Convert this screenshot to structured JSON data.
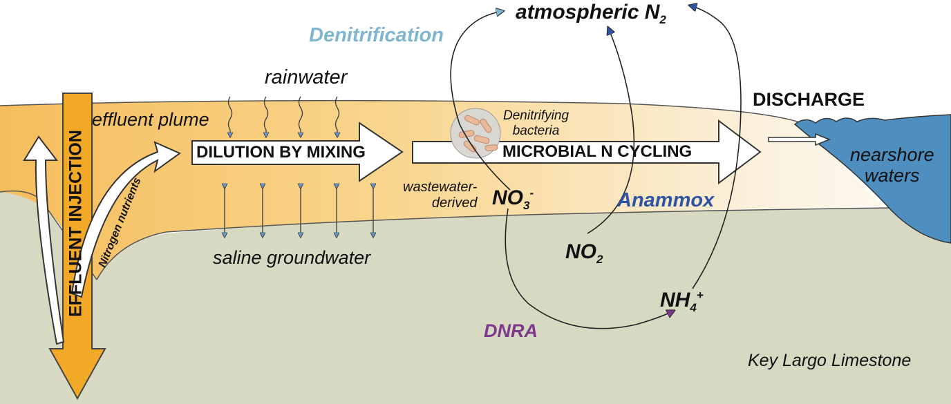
{
  "labels": {
    "denitrification": "Denitrification",
    "atmospheric": "atmospheric N",
    "atmospheric_sub": "2",
    "rainwater": "rainwater",
    "discharge": "DISCHARGE",
    "effluent_plume": "effluent plume",
    "denitrifying_bacteria_1": "Denitrifying",
    "denitrifying_bacteria_2": "bacteria",
    "dilution": "DILUTION BY MIXING",
    "microbial": "MICROBIAL N CYCLING",
    "nearshore_1": "nearshore",
    "nearshore_2": "waters",
    "effluent_injection": "EFFLUENT INJECTION",
    "nitrogen_nutrients": "Nitrogen nutrients",
    "wastewater_1": "wastewater-",
    "wastewater_2": "derived",
    "no3": "NO",
    "no3_sub": "3",
    "no3_sup": "-",
    "anammox": "Anammox",
    "saline": "saline groundwater",
    "no2": "NO",
    "no2_sub": "2",
    "nh4": "NH",
    "nh4_sub": "4",
    "nh4_sup": "+",
    "dnra": "DNRA",
    "key_largo": "Key Largo Limestone"
  },
  "colors": {
    "limestone": "#d8d9c3",
    "plume": "#f7c772",
    "plume_light": "#fbe7bd",
    "water": "#4f8fc0",
    "injection": "#f3a928",
    "denitrification": "#7fb6cf",
    "anammox": "#2e54a3",
    "dnra": "#7d3a8c",
    "small_arrow": "#6a93c6"
  }
}
